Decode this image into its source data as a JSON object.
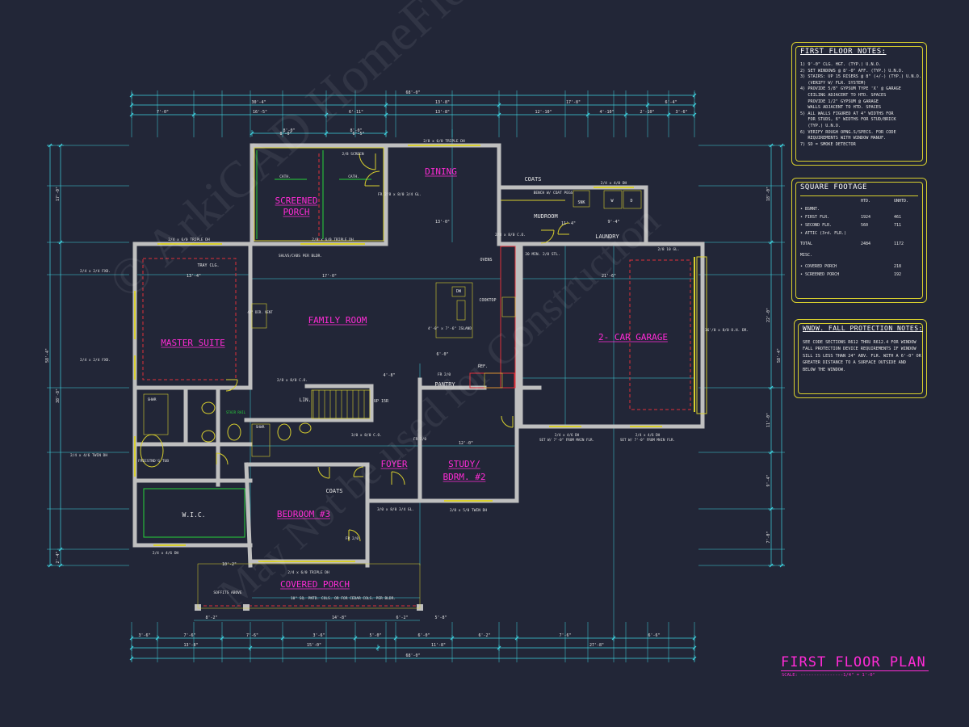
{
  "plan": {
    "title": "FIRST FLOOR PLAN",
    "scale": "SCALE: ----------------1/4\" = 1'-0\""
  },
  "colors": {
    "background": "#222637",
    "dimension": "#3fd3e0",
    "wall": "#c9c9c9",
    "room_label": "#ff2bd6",
    "note_box": "#d8cf2e",
    "green_line": "#27d43a",
    "red_dash": "#e0303a"
  },
  "rooms": [
    {
      "key": "dining",
      "label": "DINING"
    },
    {
      "key": "screened_porch_1",
      "label": "SCREENED"
    },
    {
      "key": "screened_porch_2",
      "label": "PORCH"
    },
    {
      "key": "family_room",
      "label": "FAMILY ROOM"
    },
    {
      "key": "master_suite",
      "label": "MASTER SUITE"
    },
    {
      "key": "garage",
      "label": "2- CAR GARAGE"
    },
    {
      "key": "foyer",
      "label": "FOYER"
    },
    {
      "key": "study_1",
      "label": "STUDY/"
    },
    {
      "key": "study_2",
      "label": "BDRM. #2"
    },
    {
      "key": "bedroom3",
      "label": "BEDROOM #3"
    },
    {
      "key": "covered_porch",
      "label": "COVERED PORCH"
    },
    {
      "key": "wic",
      "label": "W.I.C."
    },
    {
      "key": "mudroom",
      "label": "MUDROOM"
    },
    {
      "key": "laundry",
      "label": "LAUNDRY"
    },
    {
      "key": "pantry",
      "label": "PANTRY"
    }
  ],
  "labels": {
    "coats_top": "COATS",
    "coats_bottom": "COATS",
    "bench": "BENCH W/ COAT PEGS",
    "tray": "TRAY CLG.",
    "shlvs": "SHLVS/CABS PER BLDR.",
    "ovens": "OVENS",
    "cooktop": "COOKTOP",
    "dw": "DW",
    "island": "4'-0\" x 7'-6\" ISLAND",
    "ref": "REF.",
    "sink": "SNK",
    "lin": "LIN.",
    "shwr1": "SHWR",
    "shwr2": "SHWR",
    "tub": "FREESTND'G TUB",
    "soffits": "SOFFITS ABOVE",
    "cols": "10\" SQ. PNTD. COLS. OR FOR CEDAR COLS. PER BLDR.",
    "screen_door": "2/8 SCREEN",
    "stair": "STAIR RAIL",
    "min_stl": "20 MIN. 2/8 STL.",
    "vent": "42\" DIR. VENT",
    "cath1": "CATH.",
    "cath2": "CATH.",
    "up": "UP 15R",
    "cd1": "2/8 x 8/0 C.O.",
    "cd2": "3/0 x 8/0 C.O.",
    "cd3": "2/8 x 8/0 C.O.",
    "fr_pantry": "FR 2/0",
    "fr_dining": "FR 2/8 x 8/0 3/4 GL.",
    "fr_study": "FR 2/0",
    "fr_bed3": "FR 2/0",
    "fr_foyer": "3/0 x 8/0 3/4 GL.",
    "w": "W",
    "d": "D"
  },
  "windows": [
    {
      "key": "w1",
      "label": "2/8 x 6/0 TRIPLE DH"
    },
    {
      "key": "w2",
      "label": "2/4 x 6/0 TRIPLE DH"
    },
    {
      "key": "w3",
      "label": "2/8 x 6/0 TRIPLE DH"
    },
    {
      "key": "w4",
      "label": "2/4 x 4/0 DH"
    },
    {
      "key": "w5",
      "label": "2/4 x 2/4 FXD."
    },
    {
      "key": "w6",
      "label": "2/4 x 2/4 FXD."
    },
    {
      "key": "w7",
      "label": "2/4 x 4/6 TWIN DH"
    },
    {
      "key": "w8",
      "label": "2/4 x 4/6 DH"
    },
    {
      "key": "w9",
      "label": "2/4 x 6/0 TRIPLE DH"
    },
    {
      "key": "w10",
      "label": "2/8 x 5/0 TWIN DH"
    },
    {
      "key": "w11",
      "label": "2/4 x 4/6 DH SET W/ 7'-0\" FROM MAIN FLR."
    },
    {
      "key": "w12",
      "label": "2/4 x 4/6 DH SET W/ 7'-0\" FROM MAIN FLR."
    },
    {
      "key": "w13",
      "label": "16'/0 x 8/0 O.H. DR."
    },
    {
      "key": "w14",
      "label": "2/8 10 GL."
    }
  ],
  "dimensions": {
    "top_overall": "68'-0\"",
    "top_row2": [
      "30'-4\"",
      "13'-8\"",
      "17'-8\"",
      "6'-4\""
    ],
    "top_row3": [
      "7'-0\"",
      "16'-5\"",
      "6'-11\"",
      "13'-8\"",
      "12'-10\"",
      "4'-10\"",
      "2'-10\"",
      "3'-6\""
    ],
    "bottom_row1": [
      "3'-6\"",
      "7'-6\"",
      "7'-6\"",
      "3'-6\"",
      "5'-0\"",
      "6'-0\"",
      "6'-2\"",
      "7'-6\"",
      "6'-6\""
    ],
    "bottom_row2": [
      "13'-8\"",
      "15'-0\"",
      "11'-8\"",
      "27'-8\""
    ],
    "bottom_overall": "68'-0\"",
    "left_overall": "58'-4\"",
    "left_parts": [
      "17'-0\"",
      "38'-8\"",
      "2'-4\""
    ],
    "right_overall": "58'-4\"",
    "right_parts": [
      "18'-0\"",
      "22'-0\"",
      "11'-0\"",
      "9'-4\"",
      "7'-0\""
    ],
    "misc": [
      "13'-4\"",
      "17'-0\"",
      "21'-6\"",
      "11'-4\"",
      "9'-4\"",
      "13'-0\"",
      "8'-0\"",
      "6'-5\"",
      "6'-0\"",
      "14'-8\"",
      "8'-2\"",
      "5'-8\"",
      "4'-8\"",
      "12'-0\"",
      "6'-2\"",
      "10'-2\""
    ]
  },
  "notes": {
    "title": "FIRST FLOOR NOTES:",
    "items": [
      "1) 9'-0\" CLG. HGT. (TYP.) U.N.O.",
      "2) SET WINDOWS @ 8'-0\" AFF. (TYP.) U.N.O.",
      "3) STAIRS: UP 15 RISERS @ 8\" (+/-) (TYP.) U.N.O.",
      "   (VERIFY W/ FLR. SYSTEM)",
      "4) PROVIDE 5/8\" GYPSUM TYPE 'X' @ GARAGE",
      "   CEILING ADJACENT TO HTD. SPACES",
      "   PROVIDE 1/2\" GYPSUM @ GARAGE",
      "   WALLS ADJACENT TO HTD. SPACES",
      "5) ALL WALLS FIGURED AT 4\" WIDTHS FOR",
      "   FOR STUDS, 6\" WIDTHS FOR STUD/BRICK",
      "   (TYP.) U.N.O.",
      "6) VERIFY ROUGH OPNG.S/SPECS. FOR CODE",
      "   REQUIREMENTS WITH WINDOW MANUF.",
      "7) SD = SMOKE DETECTOR"
    ]
  },
  "square_footage": {
    "title": "SQUARE FOOTAGE",
    "headers": [
      "HTD.",
      "UNHTD."
    ],
    "rows": [
      {
        "label": "BSMNT.",
        "htd": "",
        "unhtd": ""
      },
      {
        "label": "FIRST FLR.",
        "htd": "1924",
        "unhtd": "461"
      },
      {
        "label": "SECOND FLR.",
        "htd": "560",
        "unhtd": "711"
      },
      {
        "label": "ATTIC (3rd. FLR.)",
        "htd": "",
        "unhtd": ""
      },
      {
        "label": "TOTAL",
        "htd": "2484",
        "unhtd": "1172"
      },
      {
        "label": "MISC.",
        "htd": "",
        "unhtd": ""
      },
      {
        "label": "COVERED PORCH",
        "htd": "",
        "unhtd": "218"
      },
      {
        "label": "SCREENED PORCH",
        "htd": "",
        "unhtd": "192"
      }
    ]
  },
  "fall_protection": {
    "title": "WNDW. FALL PROTECTION NOTES:",
    "text": [
      "SEE CODE SECTIONS R612 THRU R612.4 FOR WINDOW",
      "FALL PROTECTION DEVICE REQUIREMENTS IF WINDOW",
      "SILL IS LESS THAN 24\" ABV. FLR. WITH A 6'-0\" OR",
      "GREATER DISTANCE TO A SURFACE OUTSIDE AND",
      "BELOW THE WINDOW."
    ]
  },
  "watermark": {
    "line1": "© ArkiCAD HomeFloorPlans.com",
    "line2": "May Not be used for Construction"
  }
}
